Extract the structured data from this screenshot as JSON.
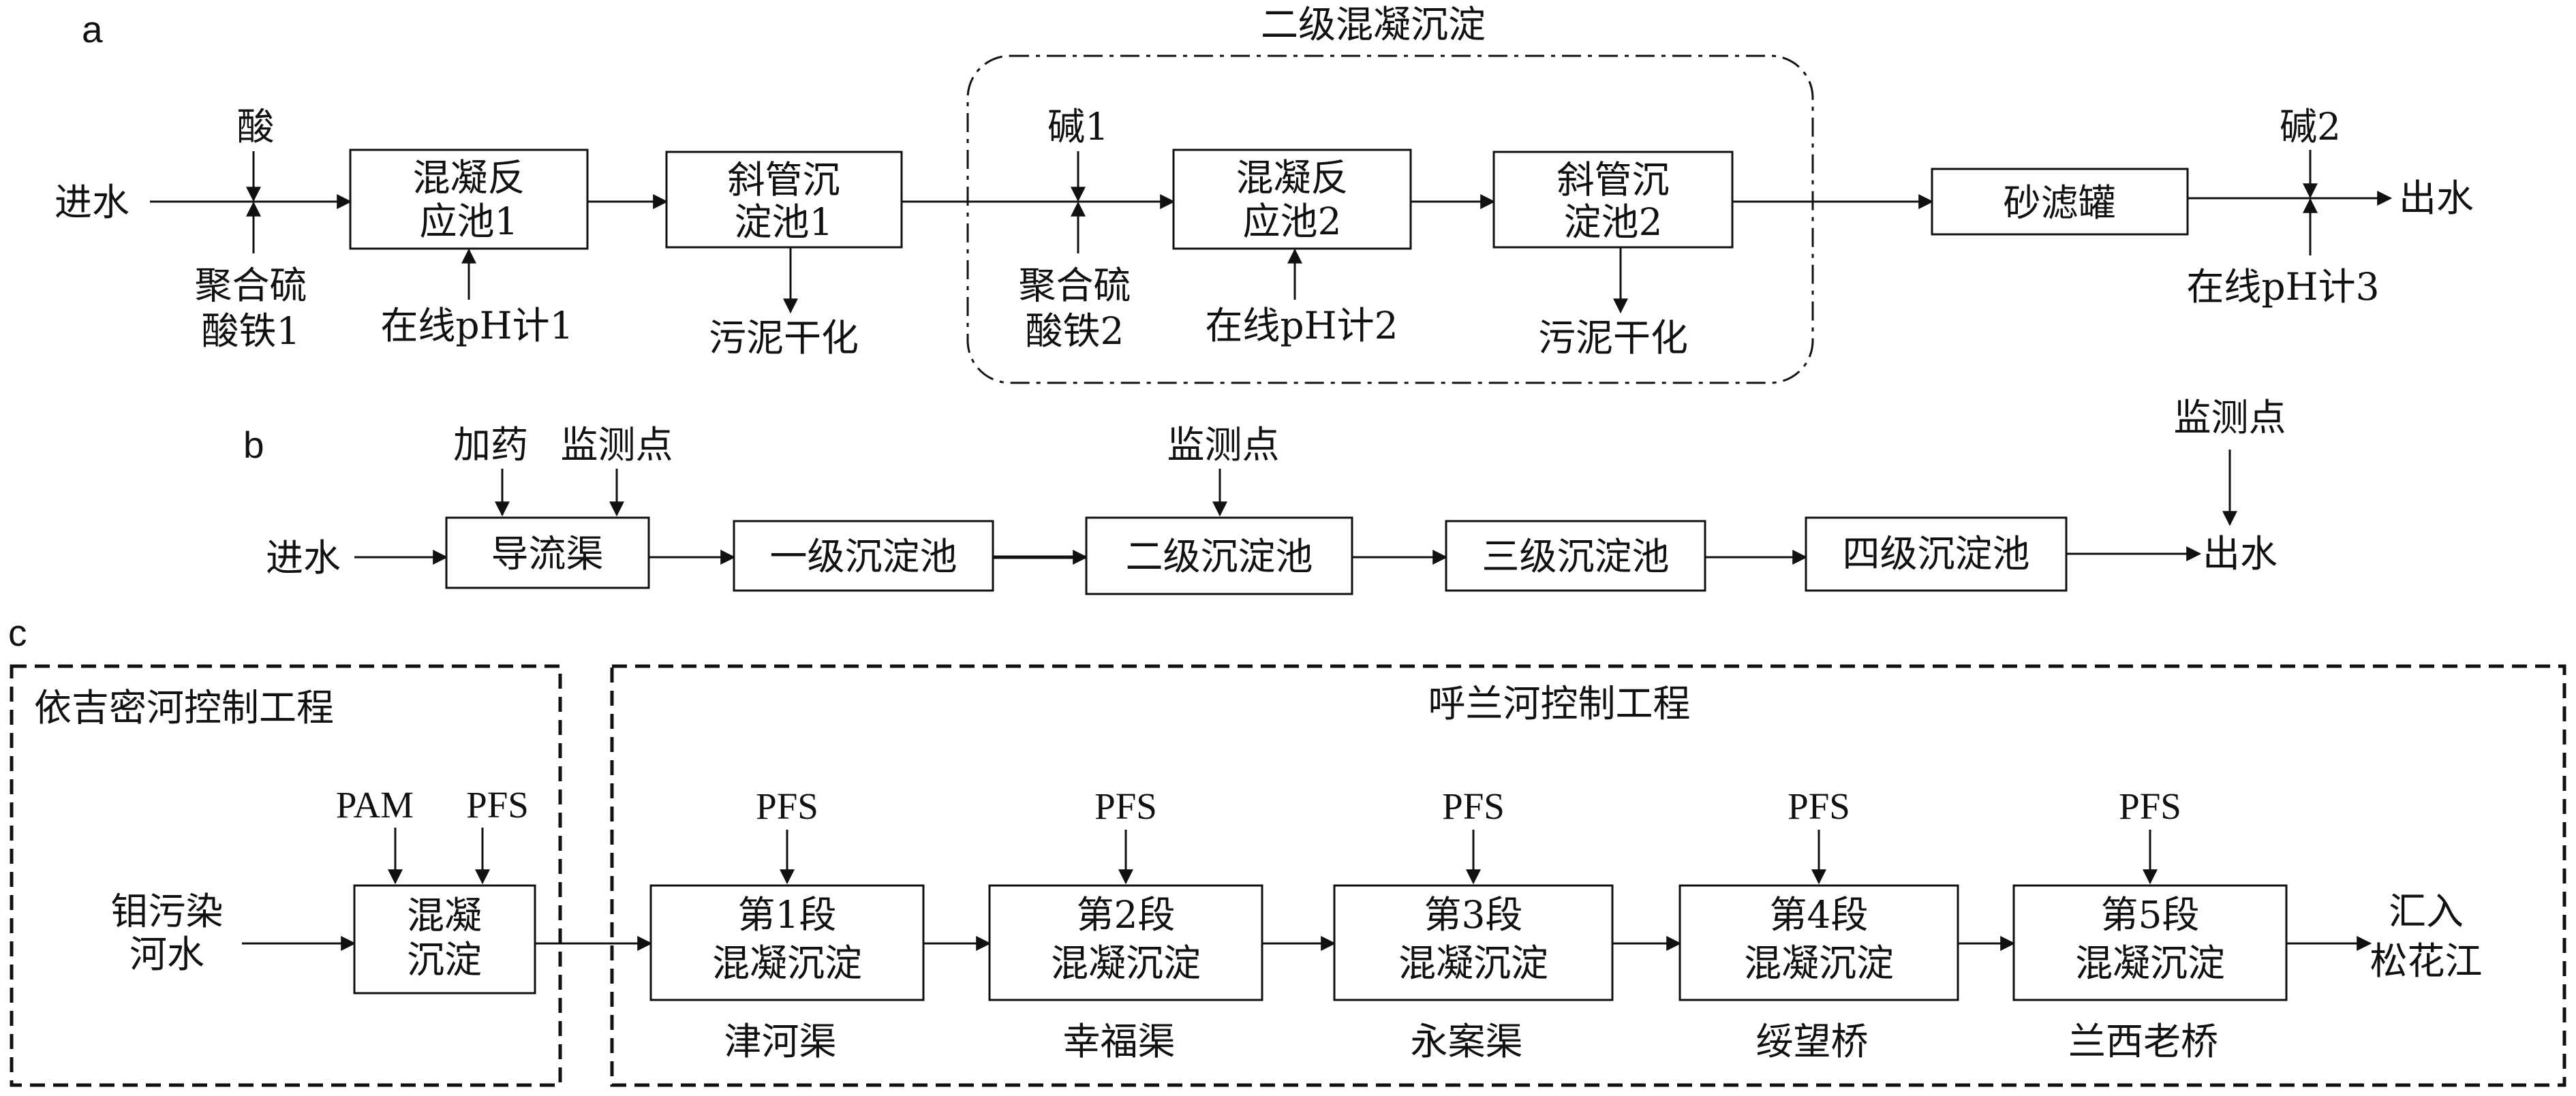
{
  "panels": {
    "a": "a",
    "b": "b",
    "c": "c"
  },
  "a": {
    "group_label": "二级混凝沉淀",
    "inlet": "进水",
    "acid": "酸",
    "pfs1": [
      "聚合硫",
      "酸铁1"
    ],
    "tank1": [
      "混凝反",
      "应池1"
    ],
    "ph1": "在线pH计1",
    "settler1": [
      "斜管沉",
      "淀池1"
    ],
    "sludge1": "污泥干化",
    "base1": "碱1",
    "pfs2": [
      "聚合硫",
      "酸铁2"
    ],
    "tank2": [
      "混凝反",
      "应池2"
    ],
    "ph2": "在线pH计2",
    "settler2": [
      "斜管沉",
      "淀池2"
    ],
    "sludge2": "污泥干化",
    "sandfilter": "砂滤罐",
    "base2": "碱2",
    "outlet": "出水",
    "ph3": "在线pH计3"
  },
  "b": {
    "inlet": "进水",
    "dosing": "加药",
    "monitor1": "监测点",
    "channel": "导流渠",
    "stage1": "一级沉淀池",
    "monitor2": "监测点",
    "stage2": "二级沉淀池",
    "stage3": "三级沉淀池",
    "stage4": "四级沉淀池",
    "monitor3": "监测点",
    "outlet": "出水"
  },
  "c": {
    "left_group": "依吉密河控制工程",
    "right_group": "呼兰河控制工程",
    "source": [
      "钼污染",
      "河水"
    ],
    "pam": "PAM",
    "pfs": "PFS",
    "coag": [
      "混凝",
      "沉淀"
    ],
    "segments": [
      {
        "pfs": "PFS",
        "lines": [
          "第1段",
          "混凝沉淀"
        ],
        "site": "津河渠"
      },
      {
        "pfs": "PFS",
        "lines": [
          "第2段",
          "混凝沉淀"
        ],
        "site": "幸福渠"
      },
      {
        "pfs": "PFS",
        "lines": [
          "第3段",
          "混凝沉淀"
        ],
        "site": "永案渠"
      },
      {
        "pfs": "PFS",
        "lines": [
          "第4段",
          "混凝沉淀"
        ],
        "site": "绥望桥"
      },
      {
        "pfs": "PFS",
        "lines": [
          "第5段",
          "混凝沉淀"
        ],
        "site": "兰西老桥"
      }
    ],
    "outlet": [
      "汇入",
      "松花江"
    ]
  }
}
